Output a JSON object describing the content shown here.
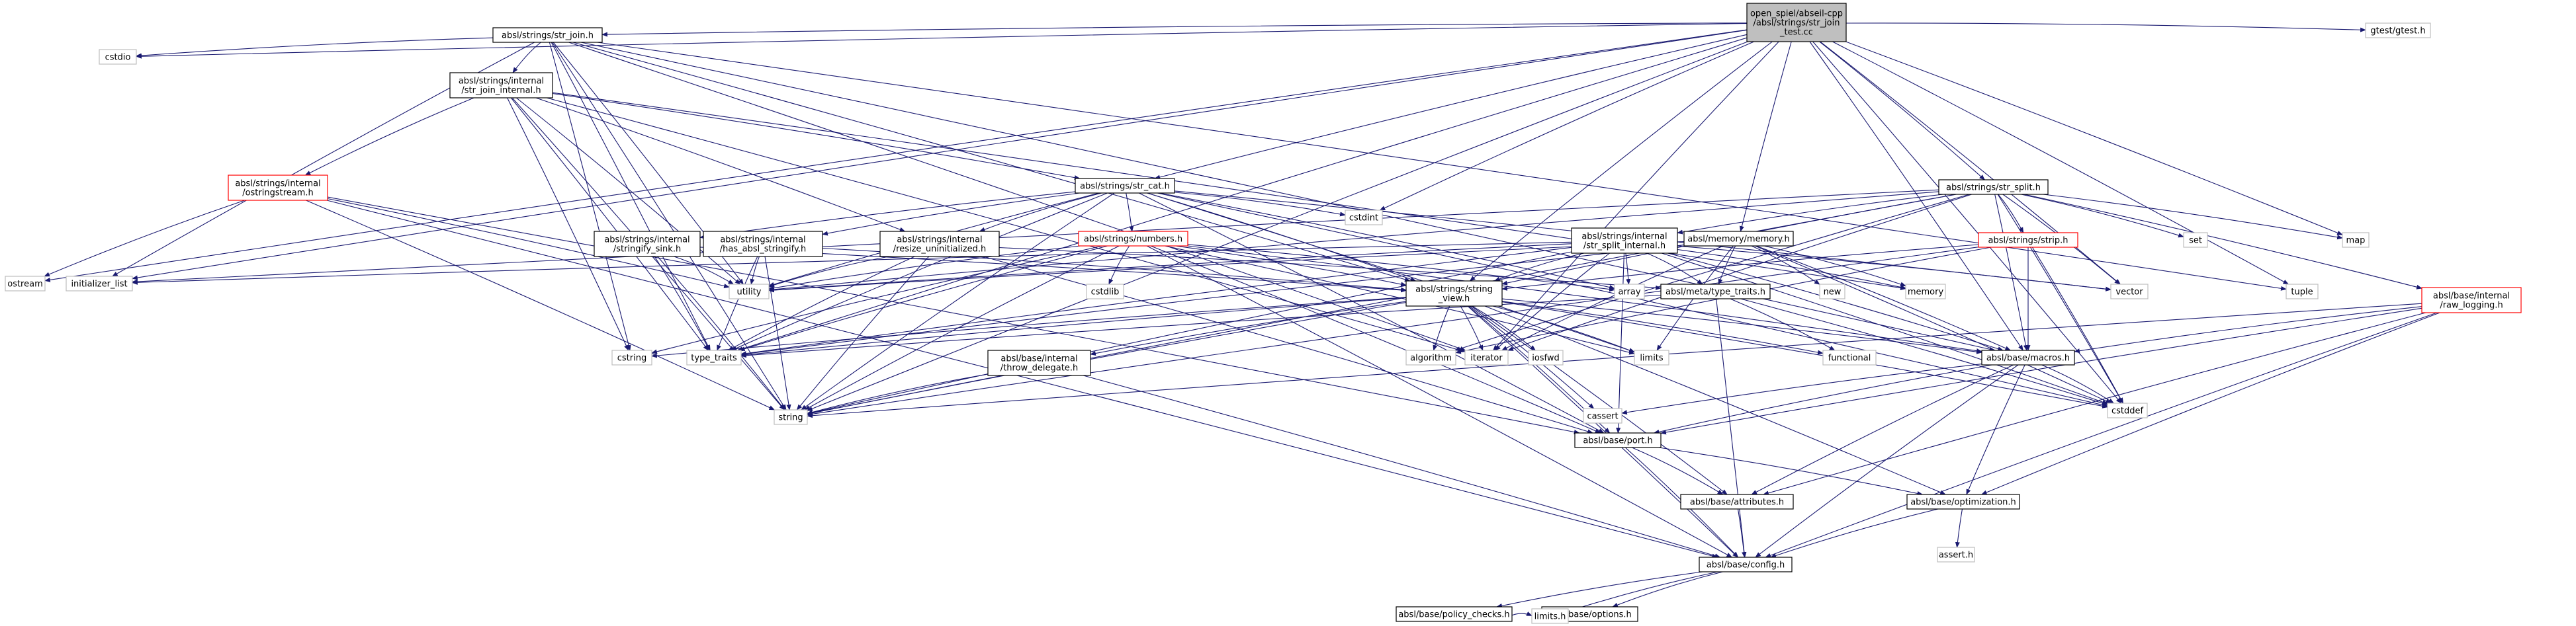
{
  "colors": {
    "edge": "#191970",
    "border_default": "#000000",
    "border_system": "#bfbfbf",
    "border_truncated": "#ff0000",
    "fill_root": "#bfbfbf",
    "fill_default": "#ffffff"
  },
  "nodes": {
    "root": {
      "lines": [
        "open_spiel/abseil-cpp",
        "/absl/strings/str_join",
        "_test.cc"
      ],
      "kind": "root"
    },
    "str_join_h": {
      "lines": [
        "absl/strings/str_join.h"
      ],
      "kind": "header"
    },
    "cstdio": {
      "lines": [
        "cstdio"
      ],
      "kind": "system"
    },
    "str_join_internal_h": {
      "lines": [
        "absl/strings/internal",
        "/str_join_internal.h"
      ],
      "kind": "header"
    },
    "ostringstream_h": {
      "lines": [
        "absl/strings/internal",
        "/ostringstream.h"
      ],
      "kind": "truncated"
    },
    "ostream": {
      "lines": [
        "ostream"
      ],
      "kind": "system"
    },
    "initializer_list": {
      "lines": [
        "initializer_list"
      ],
      "kind": "system"
    },
    "str_cat_h": {
      "lines": [
        "absl/strings/str_cat.h"
      ],
      "kind": "header"
    },
    "stringify_sink_h": {
      "lines": [
        "absl/strings/internal",
        "/stringify_sink.h"
      ],
      "kind": "header"
    },
    "has_absl_stringify_h": {
      "lines": [
        "absl/strings/internal",
        "/has_absl_stringify.h"
      ],
      "kind": "header"
    },
    "resize_uninitialized_h": {
      "lines": [
        "absl/strings/internal",
        "/resize_uninitialized.h"
      ],
      "kind": "header"
    },
    "numbers_h": {
      "lines": [
        "absl/strings/numbers.h"
      ],
      "kind": "truncated"
    },
    "cstdlib": {
      "lines": [
        "cstdlib"
      ],
      "kind": "system"
    },
    "cstdint": {
      "lines": [
        "cstdint"
      ],
      "kind": "system"
    },
    "str_split_h": {
      "lines": [
        "absl/strings/str_split.h"
      ],
      "kind": "header"
    },
    "str_split_internal_h": {
      "lines": [
        "absl/strings/internal",
        "/str_split_internal.h"
      ],
      "kind": "header"
    },
    "memory_h": {
      "lines": [
        "absl/memory/memory.h"
      ],
      "kind": "header"
    },
    "strip_h": {
      "lines": [
        "absl/strings/strip.h"
      ],
      "kind": "truncated"
    },
    "raw_logging_h": {
      "lines": [
        "absl/base/internal",
        "/raw_logging.h"
      ],
      "kind": "truncated"
    },
    "set": {
      "lines": [
        "set"
      ],
      "kind": "system"
    },
    "map": {
      "lines": [
        "map"
      ],
      "kind": "system"
    },
    "gtest_h": {
      "lines": [
        "gtest/gtest.h"
      ],
      "kind": "system"
    },
    "utility": {
      "lines": [
        "utility"
      ],
      "kind": "system"
    },
    "type_traits_meta": {
      "lines": [
        "absl/meta/type_traits.h"
      ],
      "kind": "header"
    },
    "array": {
      "lines": [
        "array"
      ],
      "kind": "system"
    },
    "new": {
      "lines": [
        "new"
      ],
      "kind": "system"
    },
    "memory": {
      "lines": [
        "memory"
      ],
      "kind": "system"
    },
    "vector": {
      "lines": [
        "vector"
      ],
      "kind": "system"
    },
    "tuple": {
      "lines": [
        "tuple"
      ],
      "kind": "system"
    },
    "string_view_h": {
      "lines": [
        "absl/strings/string",
        "_view.h"
      ],
      "kind": "header"
    },
    "iosfwd": {
      "lines": [
        "iosfwd"
      ],
      "kind": "system"
    },
    "limits": {
      "lines": [
        "limits"
      ],
      "kind": "system"
    },
    "functional": {
      "lines": [
        "functional"
      ],
      "kind": "system"
    },
    "algorithm": {
      "lines": [
        "algorithm"
      ],
      "kind": "system"
    },
    "iterator": {
      "lines": [
        "iterator"
      ],
      "kind": "system"
    },
    "cstring": {
      "lines": [
        "cstring"
      ],
      "kind": "system"
    },
    "type_traits": {
      "lines": [
        "type_traits"
      ],
      "kind": "system"
    },
    "throw_delegate_h": {
      "lines": [
        "absl/base/internal",
        "/throw_delegate.h"
      ],
      "kind": "header"
    },
    "macros_h": {
      "lines": [
        "absl/base/macros.h"
      ],
      "kind": "header"
    },
    "cstddef": {
      "lines": [
        "cstddef"
      ],
      "kind": "system"
    },
    "string": {
      "lines": [
        "string"
      ],
      "kind": "system"
    },
    "cassert": {
      "lines": [
        "cassert"
      ],
      "kind": "system"
    },
    "port_h": {
      "lines": [
        "absl/base/port.h"
      ],
      "kind": "header"
    },
    "attributes_h": {
      "lines": [
        "absl/base/attributes.h"
      ],
      "kind": "header"
    },
    "optimization_h": {
      "lines": [
        "absl/base/optimization.h"
      ],
      "kind": "header"
    },
    "assert_h": {
      "lines": [
        "assert.h"
      ],
      "kind": "system"
    },
    "config_h": {
      "lines": [
        "absl/base/config.h"
      ],
      "kind": "header"
    },
    "policy_checks_h": {
      "lines": [
        "absl/base/policy_checks.h"
      ],
      "kind": "header"
    },
    "options_h": {
      "lines": [
        "absl/base/options.h"
      ],
      "kind": "header"
    },
    "limits_h": {
      "lines": [
        "limits.h"
      ],
      "kind": "system"
    }
  },
  "edges": [
    [
      "root",
      "str_join_h"
    ],
    [
      "root",
      "cstdio"
    ],
    [
      "root",
      "ostream"
    ],
    [
      "root",
      "initializer_list"
    ],
    [
      "root",
      "str_cat_h"
    ],
    [
      "root",
      "cstdint"
    ],
    [
      "root",
      "str_split_h"
    ],
    [
      "root",
      "memory_h"
    ],
    [
      "root",
      "map"
    ],
    [
      "root",
      "gtest_h"
    ],
    [
      "root",
      "type_traits"
    ],
    [
      "root",
      "string_view_h"
    ],
    [
      "root",
      "iterator"
    ],
    [
      "root",
      "vector"
    ],
    [
      "root",
      "tuple"
    ],
    [
      "root",
      "macros_h"
    ],
    [
      "root",
      "cstddef"
    ],
    [
      "root",
      "string"
    ],
    [
      "str_join_h",
      "cstdio"
    ],
    [
      "str_join_h",
      "str_join_internal_h"
    ],
    [
      "str_join_h",
      "initializer_list"
    ],
    [
      "str_join_h",
      "iterator"
    ],
    [
      "str_join_h",
      "string"
    ],
    [
      "str_join_h",
      "type_traits"
    ],
    [
      "str_join_h",
      "utility"
    ],
    [
      "str_join_h",
      "tuple"
    ],
    [
      "str_join_h",
      "macros_h"
    ],
    [
      "str_join_h",
      "string_view_h"
    ],
    [
      "str_join_h",
      "cstring"
    ],
    [
      "str_join_internal_h",
      "ostringstream_h"
    ],
    [
      "str_join_internal_h",
      "str_cat_h"
    ],
    [
      "str_join_internal_h",
      "resize_uninitialized_h"
    ],
    [
      "str_join_internal_h",
      "utility"
    ],
    [
      "str_join_internal_h",
      "type_traits"
    ],
    [
      "str_join_internal_h",
      "string"
    ],
    [
      "str_join_internal_h",
      "iterator"
    ],
    [
      "str_join_internal_h",
      "cstring"
    ],
    [
      "str_join_internal_h",
      "memory"
    ],
    [
      "ostringstream_h",
      "ostream"
    ],
    [
      "ostringstream_h",
      "string"
    ],
    [
      "ostringstream_h",
      "utility"
    ],
    [
      "ostringstream_h",
      "port_h"
    ],
    [
      "ostringstream_h",
      "config_h"
    ],
    [
      "str_cat_h",
      "stringify_sink_h"
    ],
    [
      "str_cat_h",
      "has_absl_stringify_h"
    ],
    [
      "str_cat_h",
      "resize_uninitialized_h"
    ],
    [
      "str_cat_h",
      "numbers_h"
    ],
    [
      "str_cat_h",
      "string_view_h"
    ],
    [
      "str_cat_h",
      "array"
    ],
    [
      "str_cat_h",
      "cstdint"
    ],
    [
      "str_cat_h",
      "string"
    ],
    [
      "str_cat_h",
      "type_traits"
    ],
    [
      "str_cat_h",
      "utility"
    ],
    [
      "str_cat_h",
      "vector"
    ],
    [
      "str_cat_h",
      "port_h"
    ],
    [
      "str_cat_h",
      "limits"
    ],
    [
      "str_cat_h",
      "cstddef"
    ],
    [
      "stringify_sink_h",
      "string"
    ],
    [
      "stringify_sink_h",
      "type_traits"
    ],
    [
      "stringify_sink_h",
      "utility"
    ],
    [
      "stringify_sink_h",
      "string_view_h"
    ],
    [
      "has_absl_stringify_h",
      "string"
    ],
    [
      "has_absl_stringify_h",
      "type_traits"
    ],
    [
      "has_absl_stringify_h",
      "utility"
    ],
    [
      "has_absl_stringify_h",
      "string_view_h"
    ],
    [
      "resize_uninitialized_h",
      "string"
    ],
    [
      "resize_uninitialized_h",
      "type_traits"
    ],
    [
      "resize_uninitialized_h",
      "utility"
    ],
    [
      "resize_uninitialized_h",
      "type_traits_meta"
    ],
    [
      "resize_uninitialized_h",
      "port_h"
    ],
    [
      "numbers_h",
      "cstdlib"
    ],
    [
      "numbers_h",
      "string_view_h"
    ],
    [
      "numbers_h",
      "string"
    ],
    [
      "numbers_h",
      "type_traits"
    ],
    [
      "numbers_h",
      "limits"
    ],
    [
      "numbers_h",
      "macros_h"
    ],
    [
      "numbers_h",
      "port_h"
    ],
    [
      "numbers_h",
      "config_h"
    ],
    [
      "numbers_h",
      "utility"
    ],
    [
      "numbers_h",
      "cstring"
    ],
    [
      "numbers_h",
      "array"
    ],
    [
      "str_split_h",
      "str_split_internal_h"
    ],
    [
      "str_split_h",
      "strip_h"
    ],
    [
      "str_split_h",
      "raw_logging_h"
    ],
    [
      "str_split_h",
      "set"
    ],
    [
      "str_split_h",
      "map"
    ],
    [
      "str_split_h",
      "vector"
    ],
    [
      "str_split_h",
      "utility"
    ],
    [
      "str_split_h",
      "string_view_h"
    ],
    [
      "str_split_h",
      "algorithm"
    ],
    [
      "str_split_h",
      "string"
    ],
    [
      "str_split_h",
      "cstddef"
    ],
    [
      "str_split_h",
      "iterator"
    ],
    [
      "str_split_h",
      "initializer_list"
    ],
    [
      "str_split_h",
      "macros_h"
    ],
    [
      "str_split_internal_h",
      "array"
    ],
    [
      "str_split_internal_h",
      "type_traits_meta"
    ],
    [
      "str_split_internal_h",
      "string_view_h"
    ],
    [
      "str_split_internal_h",
      "port_h"
    ],
    [
      "str_split_internal_h",
      "macros_h"
    ],
    [
      "str_split_internal_h",
      "vector"
    ],
    [
      "str_split_internal_h",
      "memory"
    ],
    [
      "str_split_internal_h",
      "type_traits"
    ],
    [
      "str_split_internal_h",
      "iterator"
    ],
    [
      "str_split_internal_h",
      "utility"
    ],
    [
      "str_split_internal_h",
      "string"
    ],
    [
      "str_split_internal_h",
      "initializer_list"
    ],
    [
      "str_split_internal_h",
      "cstddef"
    ],
    [
      "memory_h",
      "type_traits_meta"
    ],
    [
      "memory_h",
      "new"
    ],
    [
      "memory_h",
      "memory"
    ],
    [
      "memory_h",
      "utility"
    ],
    [
      "memory_h",
      "limits"
    ],
    [
      "memory_h",
      "cstddef"
    ],
    [
      "memory_h",
      "macros_h"
    ],
    [
      "memory_h",
      "iterator"
    ],
    [
      "memory_h",
      "type_traits"
    ],
    [
      "strip_h",
      "macros_h"
    ],
    [
      "strip_h",
      "string_view_h"
    ],
    [
      "strip_h",
      "cstddef"
    ],
    [
      "strip_h",
      "string"
    ],
    [
      "strip_h",
      "algorithm"
    ],
    [
      "raw_logging_h",
      "macros_h"
    ],
    [
      "raw_logging_h",
      "port_h"
    ],
    [
      "raw_logging_h",
      "attributes_h"
    ],
    [
      "raw_logging_h",
      "optimization_h"
    ],
    [
      "raw_logging_h",
      "config_h"
    ],
    [
      "raw_logging_h",
      "string"
    ],
    [
      "type_traits_meta",
      "functional"
    ],
    [
      "type_traits_meta",
      "type_traits"
    ],
    [
      "type_traits_meta",
      "cstddef"
    ],
    [
      "type_traits_meta",
      "config_h"
    ],
    [
      "string_view_h",
      "algorithm"
    ],
    [
      "string_view_h",
      "iosfwd"
    ],
    [
      "string_view_h",
      "limits"
    ],
    [
      "string_view_h",
      "iterator"
    ],
    [
      "string_view_h",
      "cassert"
    ],
    [
      "string_view_h",
      "cstddef"
    ],
    [
      "string_view_h",
      "cstring"
    ],
    [
      "string_view_h",
      "type_traits"
    ],
    [
      "string_view_h",
      "string"
    ],
    [
      "string_view_h",
      "functional"
    ],
    [
      "string_view_h",
      "throw_delegate_h"
    ],
    [
      "string_view_h",
      "macros_h"
    ],
    [
      "string_view_h",
      "port_h"
    ],
    [
      "string_view_h",
      "attributes_h"
    ],
    [
      "string_view_h",
      "optimization_h"
    ],
    [
      "string_view_h",
      "config_h"
    ],
    [
      "throw_delegate_h",
      "string"
    ],
    [
      "throw_delegate_h",
      "config_h"
    ],
    [
      "macros_h",
      "cassert"
    ],
    [
      "macros_h",
      "cstddef"
    ],
    [
      "macros_h",
      "port_h"
    ],
    [
      "macros_h",
      "attributes_h"
    ],
    [
      "macros_h",
      "optimization_h"
    ],
    [
      "macros_h",
      "config_h"
    ],
    [
      "port_h",
      "attributes_h"
    ],
    [
      "port_h",
      "optimization_h"
    ],
    [
      "port_h",
      "config_h"
    ],
    [
      "attributes_h",
      "config_h"
    ],
    [
      "optimization_h",
      "assert_h"
    ],
    [
      "optimization_h",
      "config_h"
    ],
    [
      "config_h",
      "policy_checks_h"
    ],
    [
      "config_h",
      "options_h"
    ],
    [
      "config_h",
      "limits_h"
    ],
    [
      "policy_checks_h",
      "limits_h"
    ]
  ]
}
